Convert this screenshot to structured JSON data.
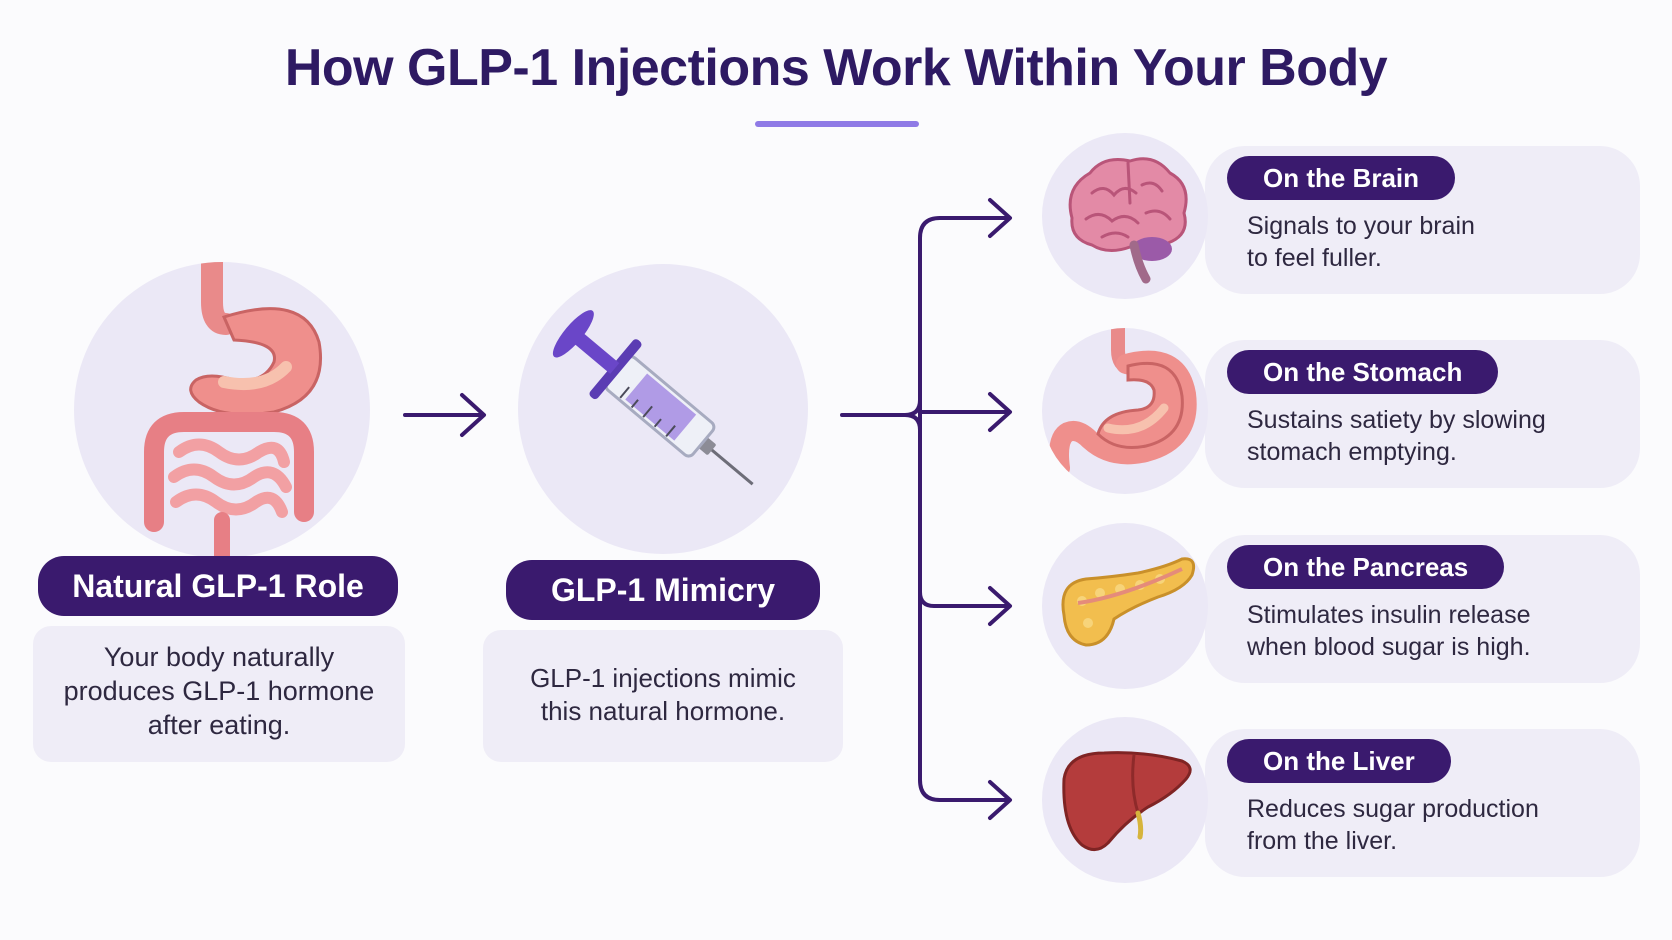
{
  "title": "How GLP-1 Injections Work Within Your Body",
  "colors": {
    "title": "#2e1a63",
    "accent_underline": "#8f7ae6",
    "pill_bg": "#3a1a6e",
    "card_bg": "#efedf7",
    "circle_bg": "#ebe8f6",
    "arrow": "#3a1a6e"
  },
  "steps": [
    {
      "icon": "digestive-system-icon",
      "label": "Natural GLP-1 Role",
      "description": "Your body naturally produces GLP-1 hormone after eating."
    },
    {
      "icon": "syringe-icon",
      "label": "GLP-1 Mimicry",
      "description": "GLP-1 injections mimic this natural hormone."
    }
  ],
  "effects": [
    {
      "icon": "brain-icon",
      "label": "On the Brain",
      "description": "Signals to your brain to feel fuller."
    },
    {
      "icon": "stomach-icon",
      "label": "On the Stomach",
      "description": "Sustains satiety by slowing stomach emptying."
    },
    {
      "icon": "pancreas-icon",
      "label": "On the Pancreas",
      "description": "Stimulates insulin release when blood sugar is high."
    },
    {
      "icon": "liver-icon",
      "label": "On the Liver",
      "description": "Reduces sugar production from the liver."
    }
  ]
}
